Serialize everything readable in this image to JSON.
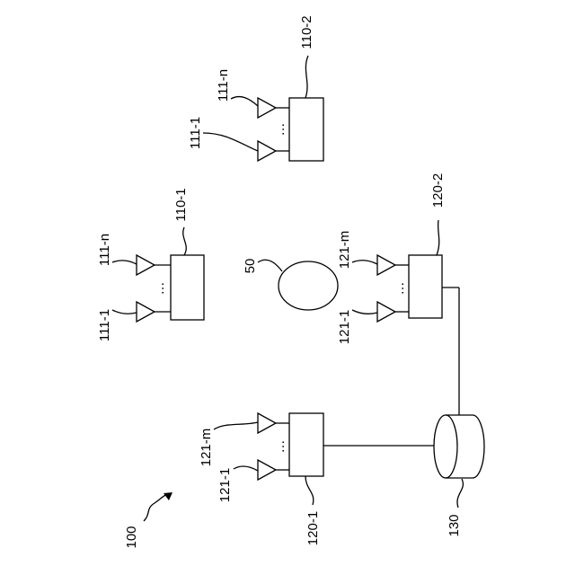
{
  "labels": {
    "system": "100",
    "target": "50",
    "tx_a": "110-1",
    "tx_b": "110-2",
    "rx_a": "120-1",
    "rx_b": "120-2",
    "processor": "130",
    "ant_tx_first": "111-1",
    "ant_tx_last": "111-n",
    "ant_rx_first": "121-1",
    "ant_rx_last": "121-m"
  },
  "ellipsis": "…"
}
